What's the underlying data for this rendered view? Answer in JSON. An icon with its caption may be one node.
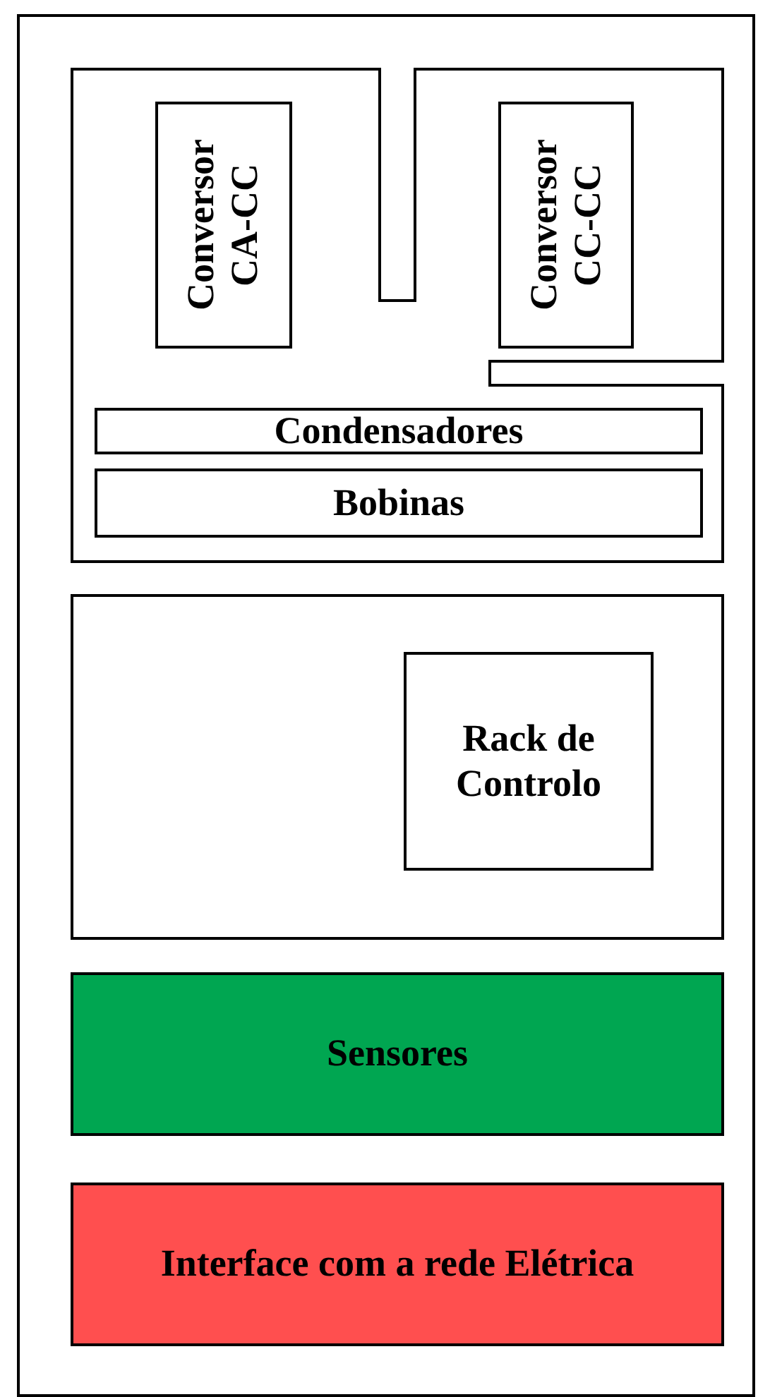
{
  "diagram": {
    "nodes": [
      {
        "text": [],
        "shape": "box"
      },
      {
        "text": [],
        "shape": "box",
        "in": 0
      },
      {
        "text": [
          "Conversor CA-CC"
        ],
        "in": 1
      },
      {
        "text": [
          "Conversor CC-CC"
        ],
        "in": 1
      },
      {
        "text": [
          "Condensadores"
        ],
        "in": 1
      },
      {
        "text": [
          "Bobinas"
        ],
        "in": 1
      },
      {
        "text": [],
        "shape": "box",
        "in": 0
      },
      {
        "text": [
          "Rack de Controlo"
        ],
        "in": 6
      },
      {
        "text": [
          "Sensores"
        ],
        "in": 0
      },
      {
        "text": [
          "Interface com a rede Elétrica"
        ],
        "in": 0
      }
    ]
  }
}
